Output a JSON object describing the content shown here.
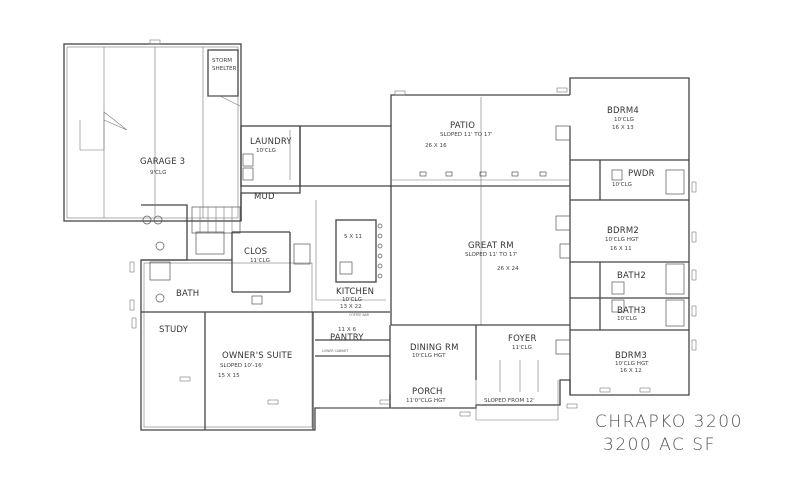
{
  "rooms": {
    "garage": {
      "name": "GARAGE 3",
      "detail": "9'CLG"
    },
    "storm": {
      "line1": "STORM",
      "line2": "SHELTER"
    },
    "laundry": {
      "name": "LAUNDRY",
      "detail": "10'CLG"
    },
    "mud": {
      "name": "MUD"
    },
    "patio": {
      "name": "PATIO",
      "detail": "SLOPED 11' TO 17'",
      "size": "26 X 16"
    },
    "bdrm4": {
      "name": "BDRM4",
      "detail": "10'CLG",
      "size": "16 X 13"
    },
    "pwdr": {
      "name": "PWDR",
      "detail": "10'CLG"
    },
    "bdrm2": {
      "name": "BDRM2",
      "detail": "10'CLG HGT",
      "size": "16 X 11"
    },
    "bath2": {
      "name": "BATH2"
    },
    "bath3": {
      "name": "BATH3",
      "detail": "10'CLG"
    },
    "bdrm3": {
      "name": "BDRM3",
      "detail": "10'CLG HGT",
      "size": "16 X 12"
    },
    "great": {
      "name": "GREAT RM",
      "detail": "SLOPED 11' TO 17'",
      "size": "26 X 24"
    },
    "kitchen": {
      "name": "KITCHEN",
      "detail": "10'CLG",
      "size": "13 X 22",
      "island": "5 X 11"
    },
    "clos": {
      "name": "CLOS",
      "detail": "11'CLG"
    },
    "bath": {
      "name": "BATH"
    },
    "study": {
      "name": "STUDY"
    },
    "owners": {
      "name": "OWNER'S SUITE",
      "detail": "SLOPED 10'-16'",
      "size": "15 X 15"
    },
    "pantry": {
      "size": "11 X 6",
      "name": "PANTRY"
    },
    "dining": {
      "name": "DINING RM",
      "detail": "10'CLG HGT"
    },
    "foyer": {
      "name": "FOYER",
      "detail": "11'CLG"
    },
    "porch": {
      "name": "PORCH",
      "detail": "11'0\"CLG HGT",
      "note": "SLOPED FROM 12'"
    }
  },
  "labels": {
    "coffee_bar": "COFFEE BAR",
    "lower_cabinet": "LOWER CABINET"
  },
  "title": {
    "line1": "CHRAPKO 3200",
    "line2": "3200 AC SF"
  }
}
